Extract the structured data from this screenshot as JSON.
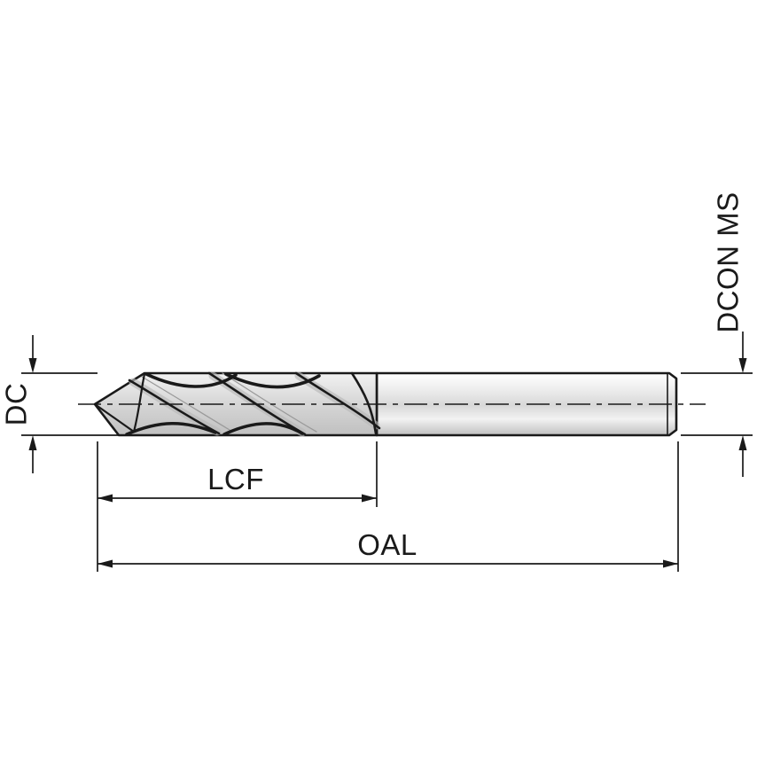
{
  "figure": {
    "type": "technical-dimension-diagram",
    "subject": "straight-shank twist drill, side view with dimension callouts",
    "labels": {
      "diameter": "DC",
      "shank_diameter": "DCON MS",
      "flute_length": "LCF",
      "overall_length": "OAL"
    },
    "colors": {
      "line": "#1a1a1a",
      "background": "#ffffff",
      "body_highlight": "#ffffff",
      "body_light": "#f2f2f2",
      "body_mid": "#d8d8d8",
      "body_shadow": "#c0c0c0",
      "flute_shade": "#b9b9b9",
      "thin_detail": "#9a9a9a"
    }
  }
}
